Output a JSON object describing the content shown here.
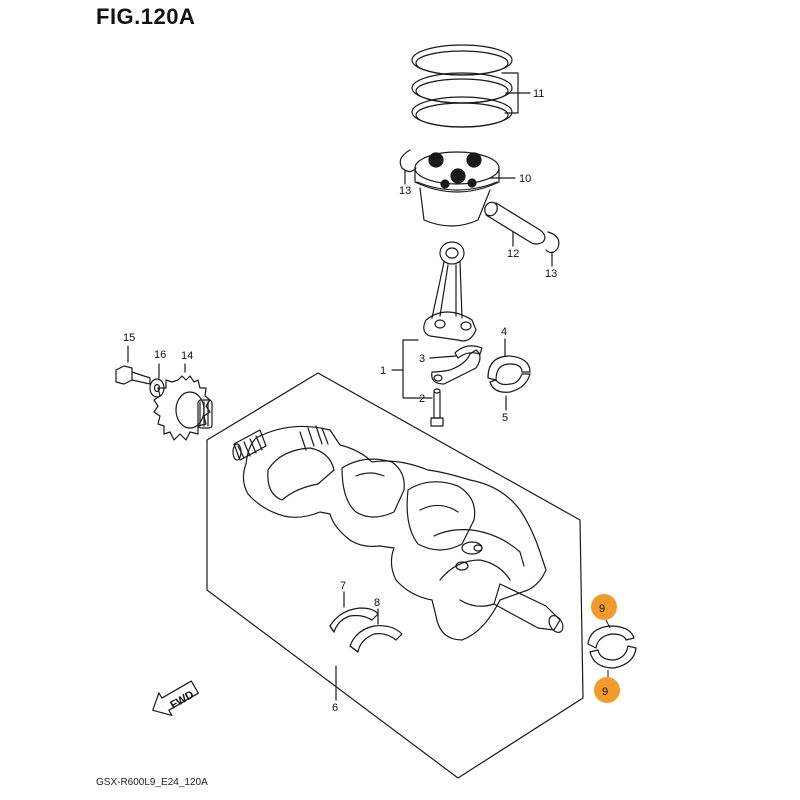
{
  "figure": {
    "title": "FIG.120A",
    "footer": "GSX-R600L9_E24_120A",
    "fwd_label": "FWD"
  },
  "callouts": {
    "c1": "1",
    "c2": "2",
    "c3": "3",
    "c4": "4",
    "c5": "5",
    "c6": "6",
    "c7": "7",
    "c8": "8",
    "c9a": "9",
    "c9b": "9",
    "c10": "10",
    "c11": "11",
    "c12": "12",
    "c13a": "13",
    "c13b": "13",
    "c14": "14",
    "c15": "15",
    "c16": "16"
  },
  "colors": {
    "highlight": "#F39A2C",
    "line": "#1a1a1a",
    "background": "#ffffff"
  }
}
